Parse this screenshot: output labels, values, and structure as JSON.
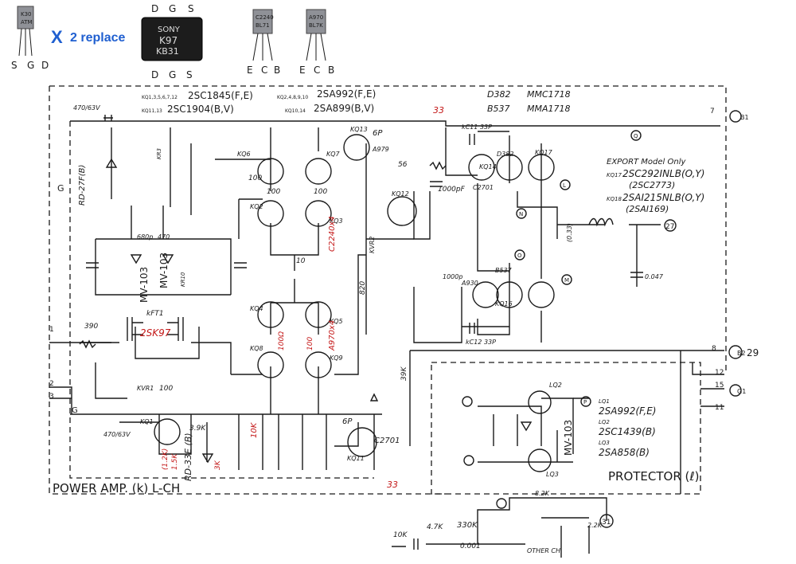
{
  "top_parts": {
    "part1_marking": [
      "K30",
      "ATM"
    ],
    "part1_pins": [
      "S",
      "G",
      "D"
    ],
    "replace_x": "X",
    "replace_text": "2 replace",
    "part2_marking": [
      "SONY",
      "K97",
      "KB31"
    ],
    "part2_pins_top": [
      "D",
      "G",
      "S"
    ],
    "part2_pins_bottom": [
      "D",
      "G",
      "S"
    ],
    "part3_marking": [
      "C2240",
      "BL71"
    ],
    "part3_pins": [
      "E",
      "C",
      "B"
    ],
    "part4_marking": [
      "A970",
      "BL7K"
    ],
    "part4_pins": [
      "E",
      "C",
      "B"
    ]
  },
  "headers": {
    "line1_refs": "KQ1,3,5,6,7,12",
    "line1_part": "2SC1845(F,E)",
    "line2_refs": "KQ11,13",
    "line2_part": "2SC1904(B,V)",
    "line3_refs": "KQ2,4,8,9,10",
    "line3_part": "2SA992(F,E)",
    "line4_refs": "KQ10,14",
    "line4_part": "2SA899(B,V)",
    "d382": "D382",
    "mmc": "MMC1718",
    "b537": "B537",
    "mma": "MMA1718"
  },
  "export": {
    "title": "EXPORT Model Only",
    "kq17": "KQ17",
    "kq17_part": "2SC292INLB(O,Y)",
    "kq17_alt": "(2SC2773)",
    "kq18": "KQ18",
    "kq18_part": "2SAI215NLB(O,Y)",
    "kq18_alt": "(2SAI169)"
  },
  "protector_parts": {
    "lq1": "LQ1",
    "lq1_part": "2SA992(F,E)",
    "lq2": "LQ2",
    "lq2_part": "2SC1439(B)",
    "lq3": "LQ3",
    "lq3_part": "2SA858(B)"
  },
  "section_labels": {
    "power_amp": "POWER AMP. (k) L-CH",
    "protector": "PROTECTOR (ℓ)"
  },
  "components": {
    "rd27": "RD-27F(B)",
    "rd33": "RD-33E (B)",
    "mv103a": "MV-103",
    "mv103b": "MV-103",
    "mv103c": "MV-103",
    "c470": "470/63V",
    "c470b": "470/63V",
    "kft1": "kFT1",
    "c1000": "1000pF",
    "c1000b": "1000p",
    "c6p": "6P",
    "c6pb": "6P",
    "c680p": "680p",
    "c470p": "470",
    "c2701": "C2701",
    "c2701b": "C2701",
    "a979": "A979",
    "a930": "A930",
    "d382b": "D382",
    "b537b": "B537",
    "r390": "390",
    "r100a": "100",
    "r100b": "100",
    "r100c": "100",
    "r100d": "100",
    "r10": "10",
    "r56": "56",
    "r820": "820",
    "r39k": "39K",
    "r3_9k": "3.9K",
    "r33p": "kC11 33P",
    "r33p2": "kC12 33P",
    "r_047": "0.047",
    "r_033": "(0.33)",
    "l_8k": "8.2K",
    "l_22k": "2.2K",
    "l_330k": "330K",
    "l_10k": "10K",
    "l_47k": "4.7K",
    "l_0001": "0.001",
    "other_ch": "OTHER CH",
    "kr10": "KR10",
    "kr3": "KR3",
    "vr1": "KVR1",
    "vr2": "KVR2",
    "kq1": "KQ1",
    "kq2": "KQ2",
    "kq3": "KQ3",
    "kq4": "KQ4",
    "kq5": "KQ5",
    "kq6": "KQ6",
    "kq7": "KQ7",
    "kq8": "KQ8",
    "kq9": "KQ9",
    "kq11": "KQ11",
    "kq12": "KQ12",
    "kq13": "KQ13",
    "kq14": "KQ14",
    "kq16": "KQ16",
    "kq17b": "KQ17",
    "lq2b": "LQ2",
    "lq3b": "LQ3"
  },
  "terminals": {
    "t1": "1",
    "t2": "2",
    "t3": "3",
    "t7": "7",
    "t8": "8",
    "t11": "11",
    "t12": "12",
    "t15": "15",
    "b1": "B1",
    "b2": "B2",
    "g1": "G1",
    "n27": "27",
    "n29": "29",
    "n31": "31",
    "n33a": "33",
    "n33b": "33",
    "g_a": "G",
    "g_b": "G",
    "q_node": "Q",
    "l_node": "L",
    "m_node": "M",
    "n_node": "N",
    "o_node": "O",
    "p_node": "P"
  },
  "annotations": {
    "c2240": "C2240x4",
    "a970": "A970x4",
    "r100s": "100Ω",
    "r100s2": "100",
    "k2sk97": "2SK97",
    "r10k": "10K",
    "r1k": "(1.2K)",
    "r15k": "1.5K",
    "r3k": "3K"
  }
}
